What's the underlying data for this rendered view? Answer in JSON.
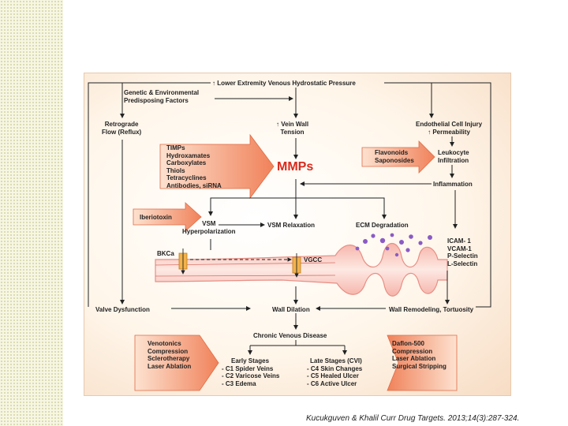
{
  "diagram": {
    "top": "↑ Lower Extremity Venous Hydrostatic Pressure",
    "genetic": [
      "Genetic & Environmental",
      "Predisposing Factors"
    ],
    "retrograde": [
      "Retrograde",
      "Flow (Reflux)"
    ],
    "vein_wall": [
      "↑ Vein Wall",
      "Tension"
    ],
    "endothelial": [
      "Endothelial Cell Injury",
      "↑ Permeability"
    ],
    "inhibitors": [
      "TIMPs",
      "Hydroxamates",
      "Carboxylates",
      "Thiols",
      "Tetracyclines",
      "Antibodies, siRNA"
    ],
    "mmps": "MMPs",
    "flavonoids": [
      "Flavonoids",
      "Saponosides"
    ],
    "leukocyte": [
      "Leukocyte",
      "Infiltration"
    ],
    "inflammation": "Inflammation",
    "iberiotoxin": "Iberiotoxin",
    "vsm_hyper": [
      "VSM",
      "Hyperpolarization"
    ],
    "vsm_relax": "VSM Relaxation",
    "ecm": "ECM Degradation",
    "bkca": "BKCa",
    "vgcc": "VGCC",
    "adhesion": [
      "ICAM- 1",
      "VCAM-1",
      "P-Selectin",
      "L-Selectin"
    ],
    "valve": "Valve Dysfunction",
    "dilation": "Wall Dilation",
    "remodeling": "Wall Remodeling, Tortuosity",
    "cvd": "Chronic Venous Disease",
    "treat_left": [
      "Venotonics",
      "Compression",
      "Sclerotherapy",
      "Laser Ablation"
    ],
    "early_title": "Early Stages",
    "early": [
      "- C1 Spider Veins",
      "- C2 Varicose Veins",
      "- C3 Edema"
    ],
    "late_title": "Late Stages (CVI)",
    "late": [
      "- C4 Skin Changes",
      "- C5 Healed Ulcer",
      "- C6 Active Ulcer"
    ],
    "treat_right": [
      "Daflon-500",
      "Compression",
      "Laser Ablation",
      "Surgical Stripping"
    ]
  },
  "citation": "Kucukguven & Khalil Curr Drug Targets. 2013;14(3):287-324."
}
